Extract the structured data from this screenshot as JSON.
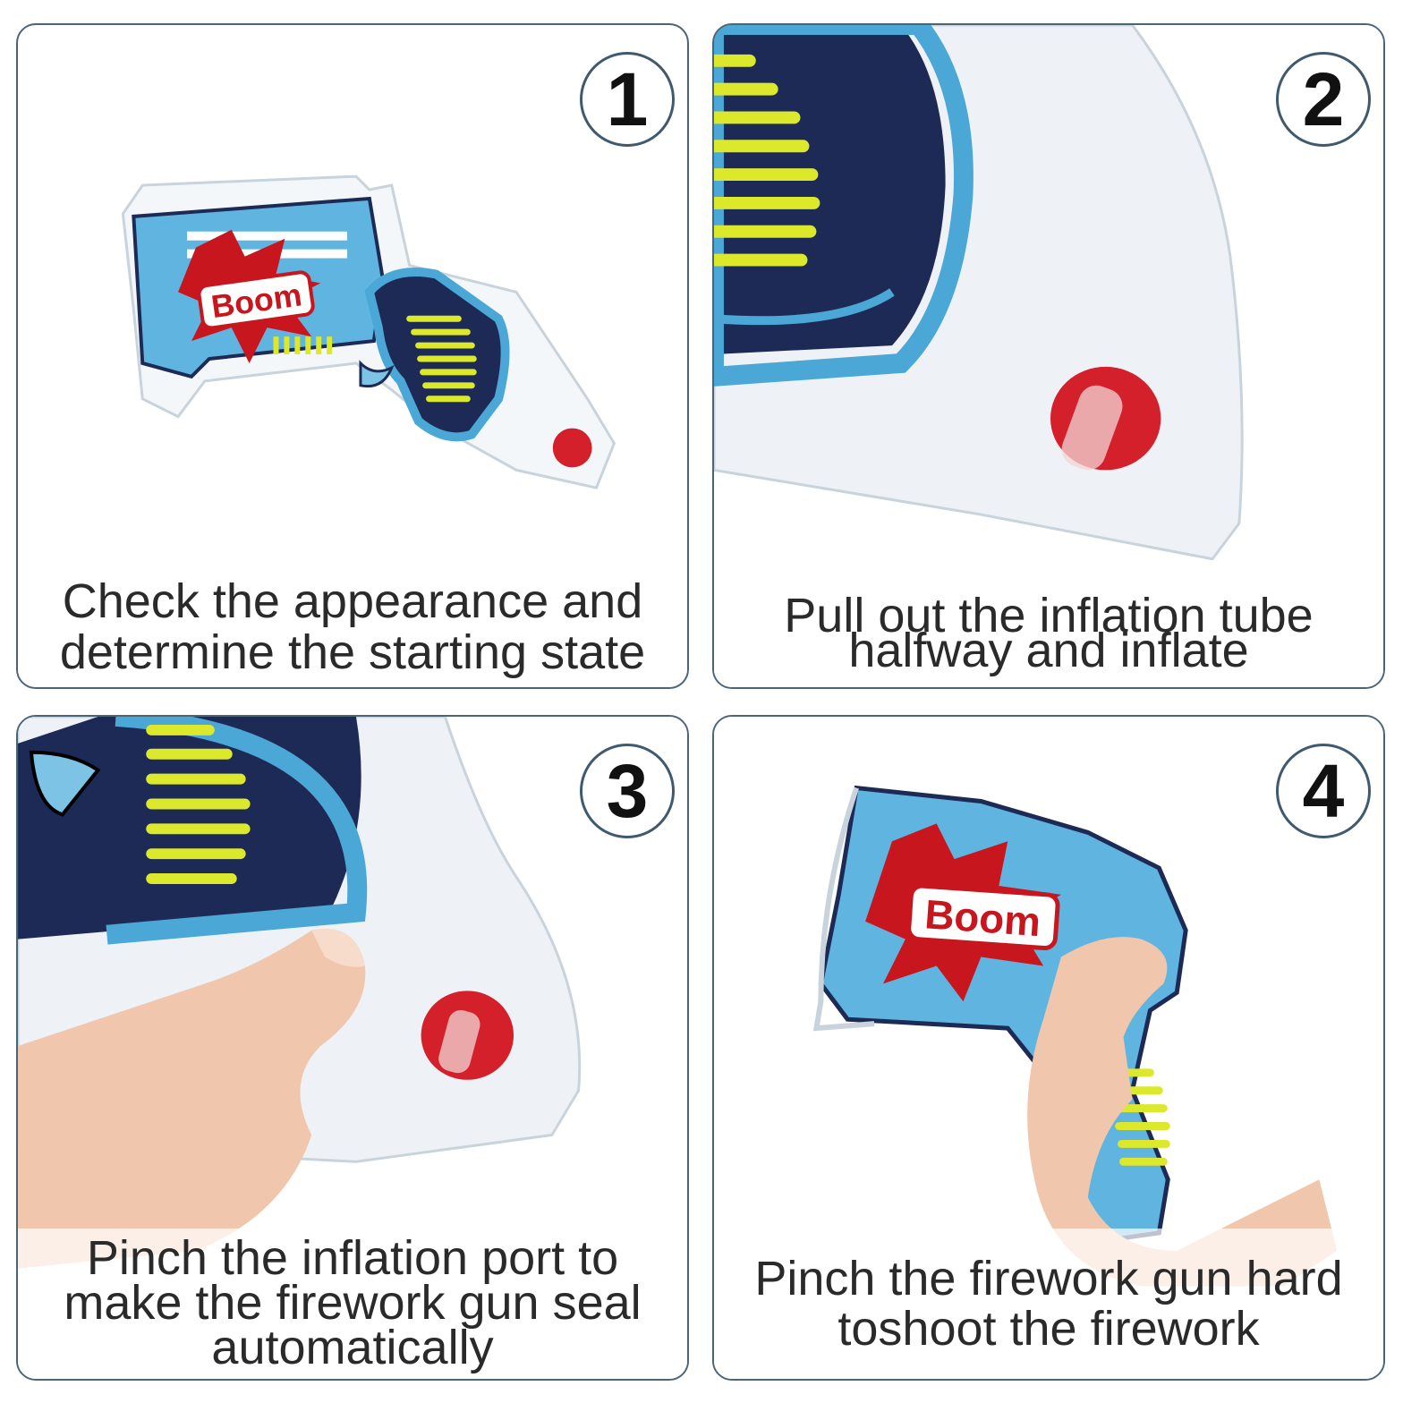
{
  "panels": [
    {
      "step": "1",
      "caption": "Check the appearance and determine the starting state",
      "photo": "deflated-toy-gun-full-view"
    },
    {
      "step": "2",
      "caption": "Pull out the inflation tube halfway and inflate",
      "photo": "closeup-grip-and-red-valve"
    },
    {
      "step": "3",
      "caption": "Pinch the inflation port to make the firework gun seal automatically",
      "photo": "fingers-pinching-valve"
    },
    {
      "step": "4",
      "caption": "Pinch the firework gun hard toshoot the firework",
      "photo": "hand-squeezing-inflated-gun"
    }
  ],
  "gun_label": "Boom",
  "colors": {
    "border": "#4a6478",
    "gun_blue": "#4aa7d6",
    "gun_navy": "#1d2a55",
    "stripe_yellow": "#dce82c",
    "valve_red": "#d4202a",
    "burst_red": "#c8161e",
    "skin": "#f0c7ad"
  }
}
